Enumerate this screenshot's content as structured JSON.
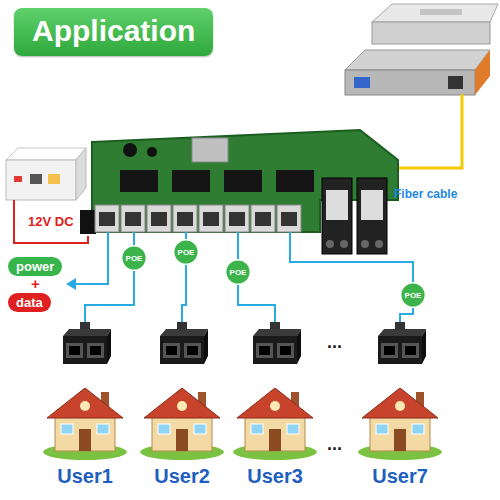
{
  "diagram": {
    "title": "Application",
    "nodes": [
      {
        "text": [
          "power"
        ]
      },
      {
        "text": [
          "data"
        ]
      },
      {
        "text": [
          "POE"
        ]
      },
      {
        "text": [
          "POE"
        ]
      },
      {
        "text": [
          "POE"
        ]
      },
      {
        "text": [
          "POE"
        ]
      },
      {
        "text": [
          "User1"
        ]
      },
      {
        "text": [
          "User2"
        ]
      },
      {
        "text": [
          "User3"
        ]
      },
      {
        "text": [
          "User7"
        ]
      }
    ],
    "edges": [
      {
        "from": 2,
        "to": 6,
        "arrow": "none"
      },
      {
        "from": 3,
        "to": 7,
        "arrow": "none"
      },
      {
        "from": 4,
        "to": 8,
        "arrow": "none"
      },
      {
        "from": 5,
        "to": 9,
        "arrow": "none"
      }
    ],
    "labels": [
      "12V DC",
      "Fiber cable",
      "+",
      "...",
      "..."
    ]
  }
}
